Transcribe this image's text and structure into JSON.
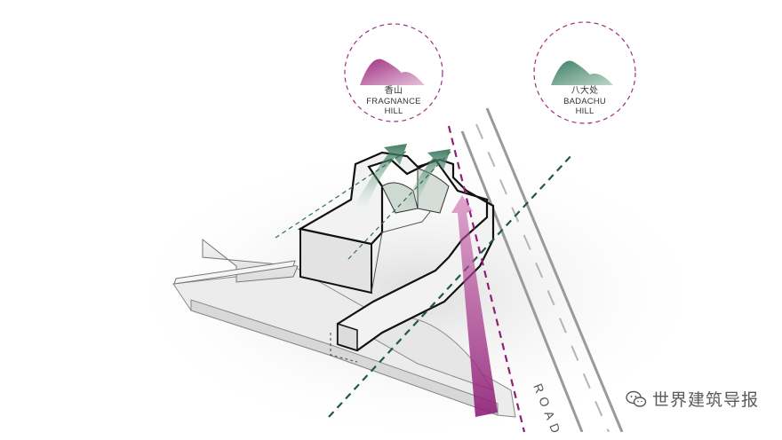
{
  "hills": [
    {
      "cn": "香山",
      "en_line1": "FRAGNANCE",
      "en_line2": "HILL",
      "color": "#a0307f"
    },
    {
      "cn": "八大处",
      "en_line1": "BADACHU",
      "en_line2": "HILL",
      "color": "#3f7f66"
    }
  ],
  "road_label": "ROAD",
  "watermark": "世界建筑导报",
  "colors": {
    "magenta": "#8e1f77",
    "green": "#1f5a43",
    "outline": "#111111",
    "road": "#9a9a9a"
  }
}
